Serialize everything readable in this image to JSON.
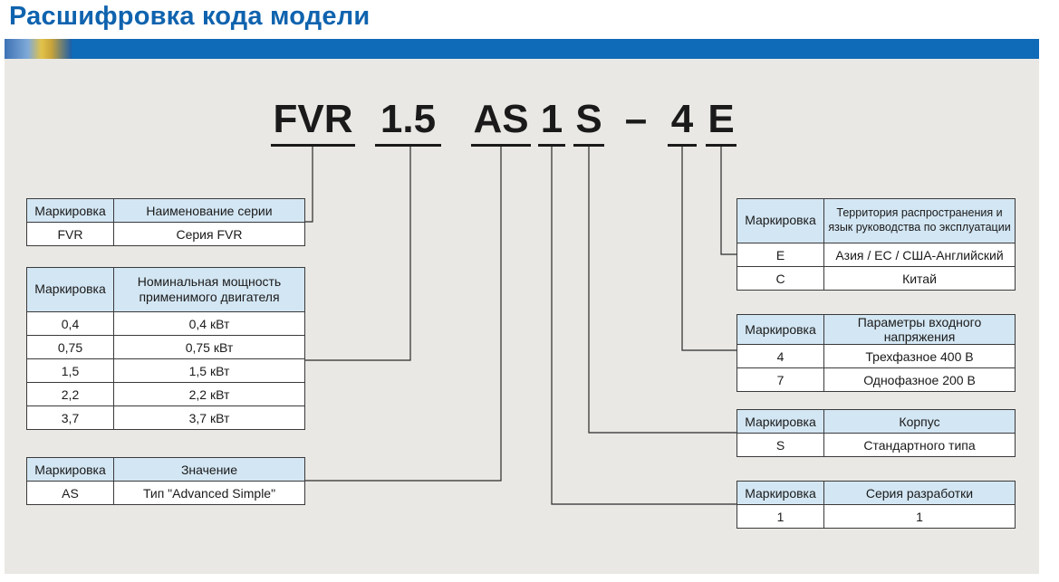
{
  "title": "Расшифровка кода модели",
  "code": [
    "FVR",
    "1.5",
    "AS",
    "1",
    "S",
    "–",
    "4",
    "E"
  ],
  "tables": {
    "series": {
      "headers": [
        "Маркировка",
        "Наименование серии"
      ],
      "rows": [
        [
          "FVR",
          "Серия FVR"
        ]
      ]
    },
    "power": {
      "headers": [
        "Маркировка",
        "Номинальная мощность применимого двигателя"
      ],
      "rows": [
        [
          "0,4",
          "0,4 кВт"
        ],
        [
          "0,75",
          "0,75 кВт"
        ],
        [
          "1,5",
          "1,5 кВт"
        ],
        [
          "2,2",
          "2,2 кВт"
        ],
        [
          "3,7",
          "3,7 кВт"
        ]
      ]
    },
    "meaning": {
      "headers": [
        "Маркировка",
        "Значение"
      ],
      "rows": [
        [
          "AS",
          "Тип \"Advanced Simple\""
        ]
      ]
    },
    "territory": {
      "headers": [
        "Маркировка",
        "Территория распространения и язык руководства по эксплуатации"
      ],
      "rows": [
        [
          "E",
          "Азия / ЕС / США-Английский"
        ],
        [
          "C",
          "Китай"
        ]
      ]
    },
    "voltage": {
      "headers": [
        "Маркировка",
        "Параметры входного напряжения"
      ],
      "rows": [
        [
          "4",
          "Трехфазное 400 В"
        ],
        [
          "7",
          "Однофазное 200 В"
        ]
      ]
    },
    "housing": {
      "headers": [
        "Маркировка",
        "Корпус"
      ],
      "rows": [
        [
          "S",
          "Стандартного типа"
        ]
      ]
    },
    "development": {
      "headers": [
        "Маркировка",
        "Серия разработки"
      ],
      "rows": [
        [
          "1",
          "1"
        ]
      ]
    }
  },
  "colors": {
    "title": "#0f63ae",
    "bar": "#0f6ab7",
    "panel": "#e9e8e4",
    "header_cell": "#d3e6f3"
  }
}
